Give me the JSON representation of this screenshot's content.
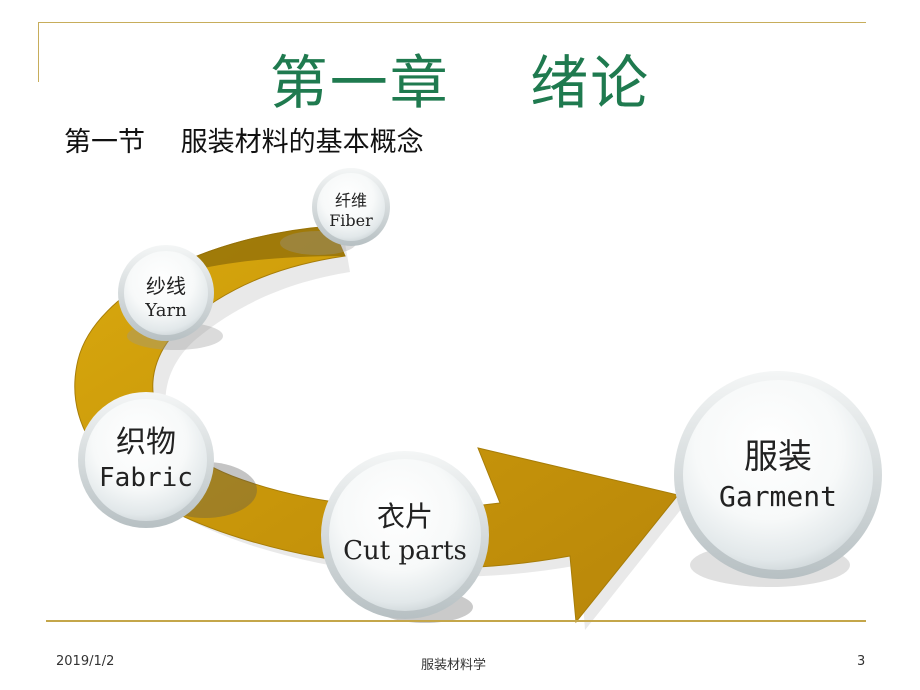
{
  "title": "第一章　 绪论",
  "subtitle": "第一节　 服装材料的基本概念",
  "nodes": [
    {
      "id": "fiber",
      "cn": "纤维",
      "en": "Fiber"
    },
    {
      "id": "yarn",
      "cn": "纱线",
      "en": "Yarn"
    },
    {
      "id": "fabric",
      "cn": "织物",
      "en": "Fabric"
    },
    {
      "id": "cutparts",
      "cn": "衣片",
      "en": "Cut parts"
    },
    {
      "id": "garment",
      "cn": "服装",
      "en": "Garment"
    }
  ],
  "footer": {
    "date": "2019/1/2",
    "center": "服装材料学",
    "page": "3"
  },
  "colors": {
    "title": "#1f7a4f",
    "arrow": "#c8960a",
    "arrow_dark": "#8a6a08",
    "frame": "#c7ad5b"
  }
}
